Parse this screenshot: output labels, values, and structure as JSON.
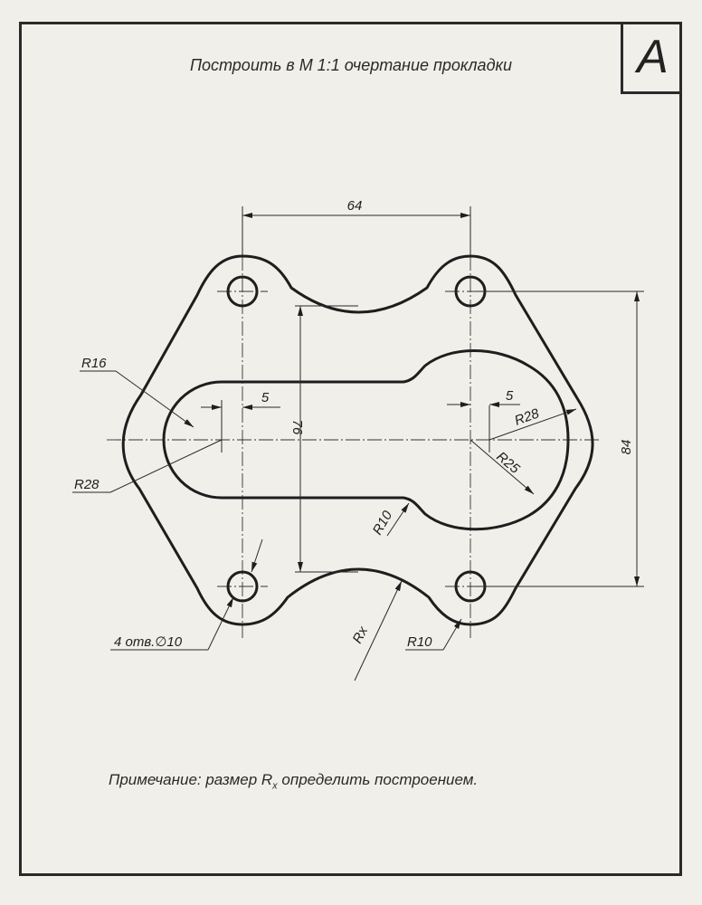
{
  "sheet": {
    "variant": "A",
    "title": "Построить в М 1:1 очертание прокладки",
    "note_prefix": "Примечание: размер R",
    "note_sub": "x",
    "note_suffix": " определить построением."
  },
  "dimensions": {
    "width_64": "64",
    "height_84": "84",
    "height_76": "76",
    "offset_left_5": "5",
    "offset_right_5": "5",
    "r16": "R16",
    "r28_left": "R28",
    "r28_right": "R28",
    "r25": "R25",
    "r10_slot": "R10",
    "r10_corner": "R10",
    "rx": "Rx",
    "holes": "4 отв.∅10"
  }
}
